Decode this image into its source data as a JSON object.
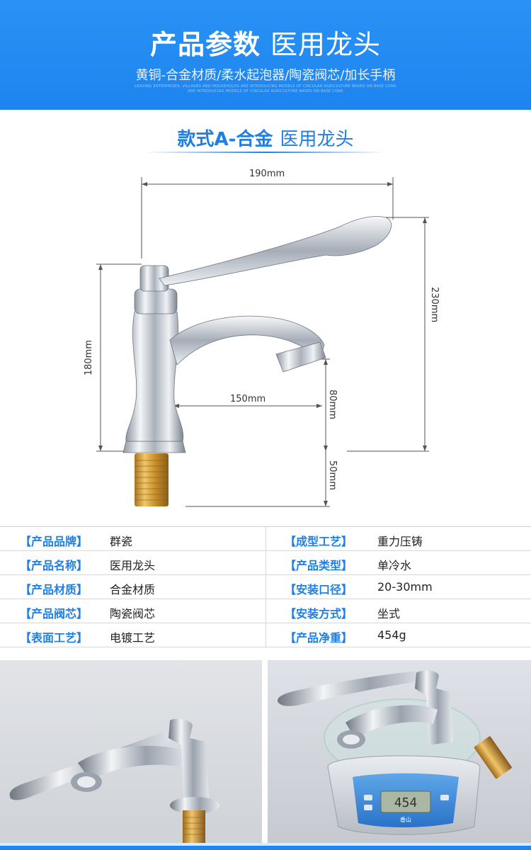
{
  "header": {
    "title_bold": "产品参数",
    "title_light": "医用龙头",
    "subtitle": "黄铜-合金材质/柔水起泡器/陶瓷阀芯/加长手柄",
    "tiny_line_1": "LEADING ENTERPRISES, VILLAGES AND HOUSEHOLDS ARE INTRODUCING MODELS OF CIRCULAR AGRICULTURE BASED ON BASE CONS",
    "tiny_line_2": "ARE INTRODUCING MODELS OF CIRCULAR AGRICULTURE BASED ON BASE CONS"
  },
  "section": {
    "title_bold": "款式A-合金",
    "title_light": "医用龙头"
  },
  "dimensions": {
    "width_top": "190mm",
    "height_right": "230mm",
    "height_left": "180mm",
    "spout_reach": "150mm",
    "spout_height": "80mm",
    "thread_length": "50mm"
  },
  "specs": [
    {
      "left_label": "【产品品牌】",
      "left_value": "群瓷",
      "right_label": "【成型工艺】",
      "right_value": "重力压铸"
    },
    {
      "left_label": "【产品名称】",
      "left_value": "医用龙头",
      "right_label": "【产品类型】",
      "right_value": "单冷水"
    },
    {
      "left_label": "【产品材质】",
      "left_value": "合金材质",
      "right_label": "【安装口径】",
      "right_value": "20-30mm"
    },
    {
      "left_label": "【产品阀芯】",
      "left_value": "陶瓷阀芯",
      "right_label": "【安装方式】",
      "right_value": "坐式"
    },
    {
      "left_label": "【表面工艺】",
      "left_value": "电镀工艺",
      "right_label": "【产品净重】",
      "right_value": "454g"
    }
  ],
  "scale": {
    "display": "454",
    "brand": "香山"
  },
  "colors": {
    "accent": "#1e7fe6",
    "header_bg": "#2a92f5",
    "brass": "#d9a640",
    "chrome": "#c9ced6"
  }
}
